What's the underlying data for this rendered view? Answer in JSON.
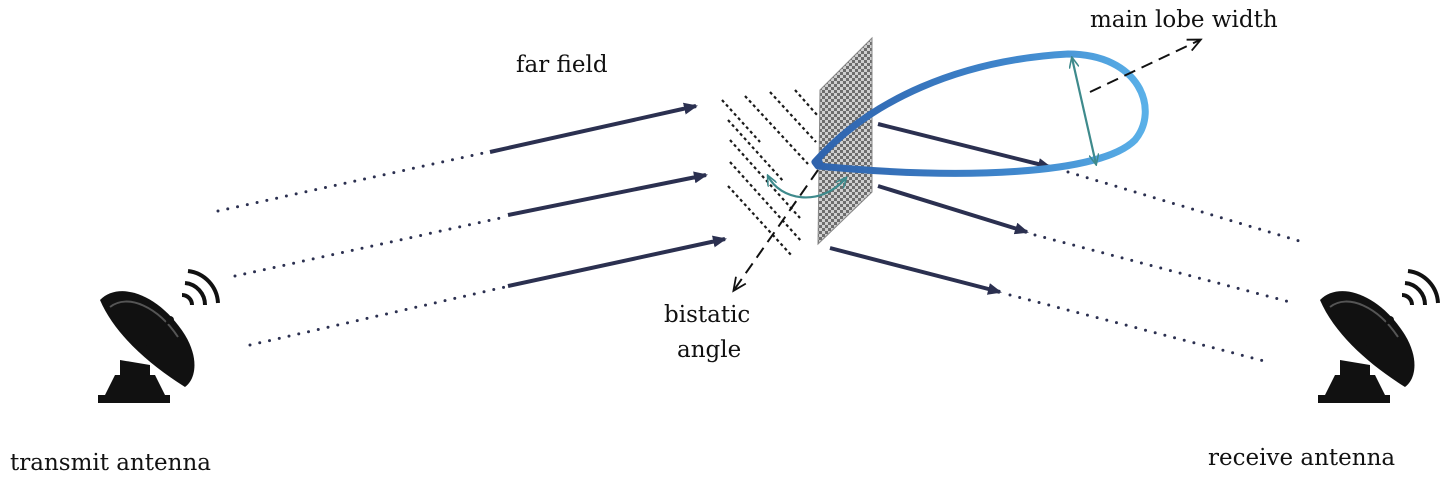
{
  "labels": {
    "far_field": "far field",
    "main_lobe_width": "main lobe width",
    "bistatic_line1": "bistatic",
    "bistatic_line2": "angle",
    "transmit_antenna": "transmit antenna",
    "receive_antenna": "receive antenna"
  },
  "icons": {
    "transmit": "satellite-dish-icon",
    "receive": "satellite-dish-icon",
    "target": "metasurface-panel-icon"
  },
  "colors": {
    "ray": "#2b3050",
    "dots": "#2b3050",
    "lobe_dark": "#2f63ad",
    "lobe_light": "#4fa3e0",
    "accent": "#3e8a8c",
    "dashed": "#111111",
    "panel": "#8a8a8a",
    "dish": "#111111"
  }
}
